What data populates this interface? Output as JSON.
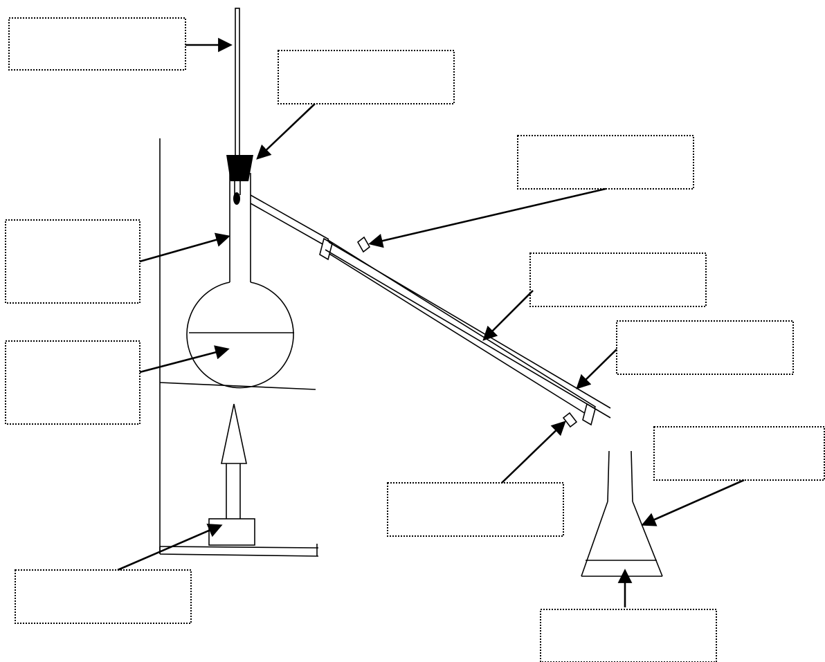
{
  "labels": [
    {
      "id": "thermometer",
      "text": ""
    },
    {
      "id": "stopper",
      "text": ""
    },
    {
      "id": "distillation-flask",
      "text": ""
    },
    {
      "id": "liquid-mixture",
      "text": ""
    },
    {
      "id": "heat-source",
      "text": ""
    },
    {
      "id": "water-in",
      "text": ""
    },
    {
      "id": "condenser",
      "text": ""
    },
    {
      "id": "water-out",
      "text": ""
    },
    {
      "id": "receiving-flask",
      "text": ""
    },
    {
      "id": "distillate",
      "text": ""
    }
  ],
  "colors": {
    "line": "#000000",
    "background": "#ffffff"
  }
}
